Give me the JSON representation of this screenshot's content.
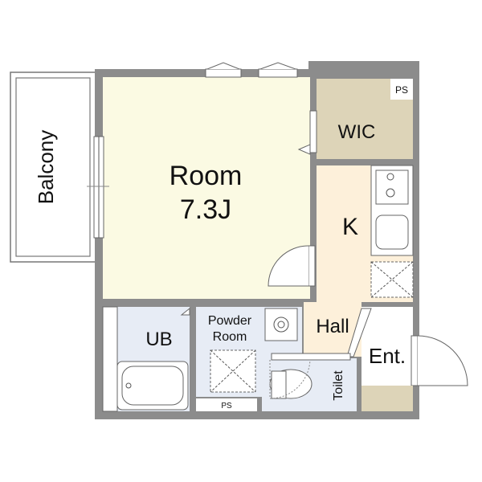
{
  "colors": {
    "wall": "#8c8c8c",
    "room": "#fbfae3",
    "wic": "#ddd4b8",
    "kitchen": "#fdf0da",
    "bath": "#e7ecf5",
    "entrance_mat": "#ddd4b8",
    "balcony": "#ffffff",
    "line": "#555555"
  },
  "rooms": {
    "balcony": "Balcony",
    "room_name": "Room",
    "room_size": "7.3J",
    "wic": "WIC",
    "ps_top": "PS",
    "kitchen": "K",
    "hall": "Hall",
    "ub": "UB",
    "powder_line1": "Powder",
    "powder_line2": "Room",
    "entrance": "Ent.",
    "toilet": "Toilet",
    "ps_bottom": "PS"
  }
}
